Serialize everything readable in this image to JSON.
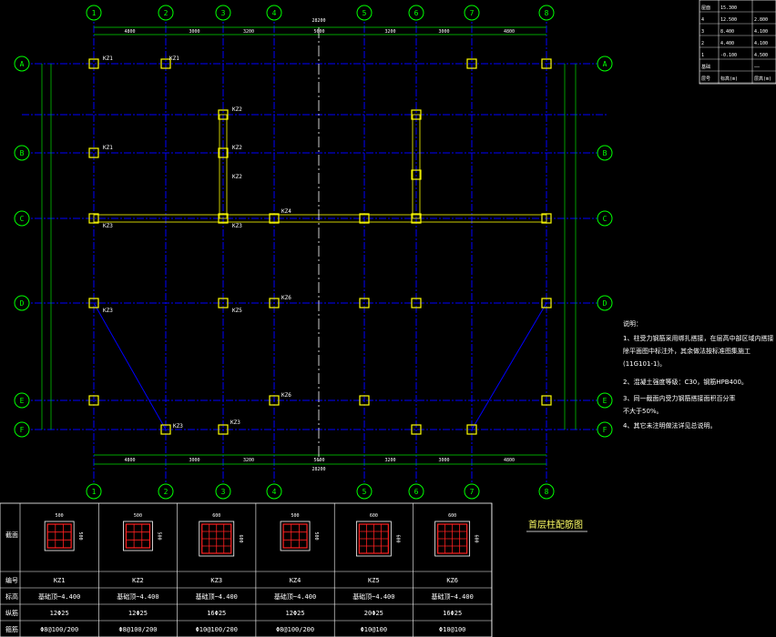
{
  "axes_x": [
    "1",
    "2",
    "3",
    "4",
    "5",
    "6",
    "7",
    "8"
  ],
  "axes_y": [
    "A",
    "B",
    "C",
    "D",
    "E",
    "F"
  ],
  "dims": {
    "top_total": "28200",
    "top_spans": [
      "4800",
      "3000",
      "3200",
      "5600",
      "3200",
      "3000",
      "4800"
    ],
    "bottom_total": "28200",
    "bottom_spans": [
      "4800",
      "3000",
      "3200",
      "5600",
      "3200",
      "3000",
      "4800"
    ]
  },
  "column_tags": [
    "KZ1",
    "KZ1",
    "KZ2",
    "KZ1",
    "KZ2",
    "KZ2",
    "KZ3",
    "KZ3",
    "KZ4",
    "KZ3",
    "KZ5",
    "KZ6",
    "KZ6",
    "KZ3",
    "KZ3"
  ],
  "level_table": {
    "rows": [
      [
        "屋面",
        "15.300",
        ""
      ],
      [
        "4",
        "12.500",
        "2.800"
      ],
      [
        "3",
        "8.400",
        "4.100"
      ],
      [
        "2",
        "4.400",
        "4.100"
      ],
      [
        "1",
        "-0.100",
        "4.500"
      ],
      [
        "基础",
        "",
        "——"
      ],
      [
        "层号",
        "标高(m)",
        "层高(m)"
      ]
    ]
  },
  "notes": {
    "title": "说明：",
    "lines": [
      "1、柱受力钢筋采用绑扎搭接，在层高中部区域内搭接",
      "   除平面图中标注外，其余做法按标准图集施工",
      "   (11G101-1)。",
      "2、混凝土强度等级：C30，钢筋HPB400。",
      "3、同一截面内受力钢筋搭接面积百分率",
      "   不大于50%。",
      "4、其它未注明做法详见总说明。"
    ]
  },
  "drawing_title": "首层柱配筋图",
  "schedule": {
    "row_labels": [
      "截面",
      "编号",
      "标高",
      "纵筋",
      "箍筋"
    ],
    "columns": [
      {
        "dim": "500",
        "name": "KZ1",
        "elev": "基础顶~4.400",
        "bars": "12Φ25",
        "stirrup": "Φ8@100/200"
      },
      {
        "dim": "500",
        "name": "KZ2",
        "elev": "基础顶~4.400",
        "bars": "12Φ25",
        "stirrup": "Φ8@100/200"
      },
      {
        "dim": "600",
        "name": "KZ3",
        "elev": "基础顶~4.400",
        "bars": "16Φ25",
        "stirrup": "Φ10@100/200"
      },
      {
        "dim": "500",
        "name": "KZ4",
        "elev": "基础顶~4.400",
        "bars": "12Φ25",
        "stirrup": "Φ8@100/200"
      },
      {
        "dim": "600",
        "name": "KZ5",
        "elev": "基础顶~4.400",
        "bars": "20Φ25",
        "stirrup": "Φ10@100"
      },
      {
        "dim": "600",
        "name": "KZ6",
        "elev": "基础顶~4.400",
        "bars": "16Φ25",
        "stirrup": "Φ10@100"
      }
    ]
  },
  "colors": {
    "background": "#000000",
    "axis_line": "#0000ff",
    "axis_bubble": "#00ff00",
    "column": "#ffff00",
    "text": "#ffffff",
    "rebar": "#ff2020"
  }
}
